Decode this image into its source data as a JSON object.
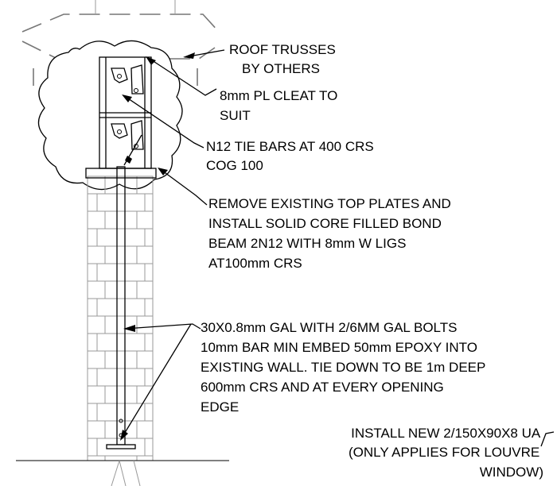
{
  "notes": {
    "roof_trusses": [
      "ROOF TRUSSES",
      "BY OTHERS"
    ],
    "cleat": [
      "8mm PL CLEAT TO",
      "SUIT"
    ],
    "tie_bars": [
      "N12 TIE BARS AT 400 CRS",
      "COG 100"
    ],
    "bond_beam": [
      "REMOVE EXISTING TOP PLATES AND",
      "INSTALL SOLID CORE FILLED BOND",
      "BEAM 2N12 WITH 8mm W LIGS",
      "AT100mm CRS"
    ],
    "tie_down": [
      "30X0.8mm GAL WITH 2/6MM GAL BOLTS",
      "10mm BAR MIN EMBED 50mm EPOXY INTO",
      "EXISTING WALL. TIE DOWN TO BE 1m DEEP",
      "600mm CRS AND AT EVERY OPENING",
      "EDGE"
    ],
    "lintel": [
      "INSTALL NEW 2/150X90X8 UA",
      "(ONLY APPLIES FOR LOUVRE",
      "WINDOW)"
    ]
  }
}
